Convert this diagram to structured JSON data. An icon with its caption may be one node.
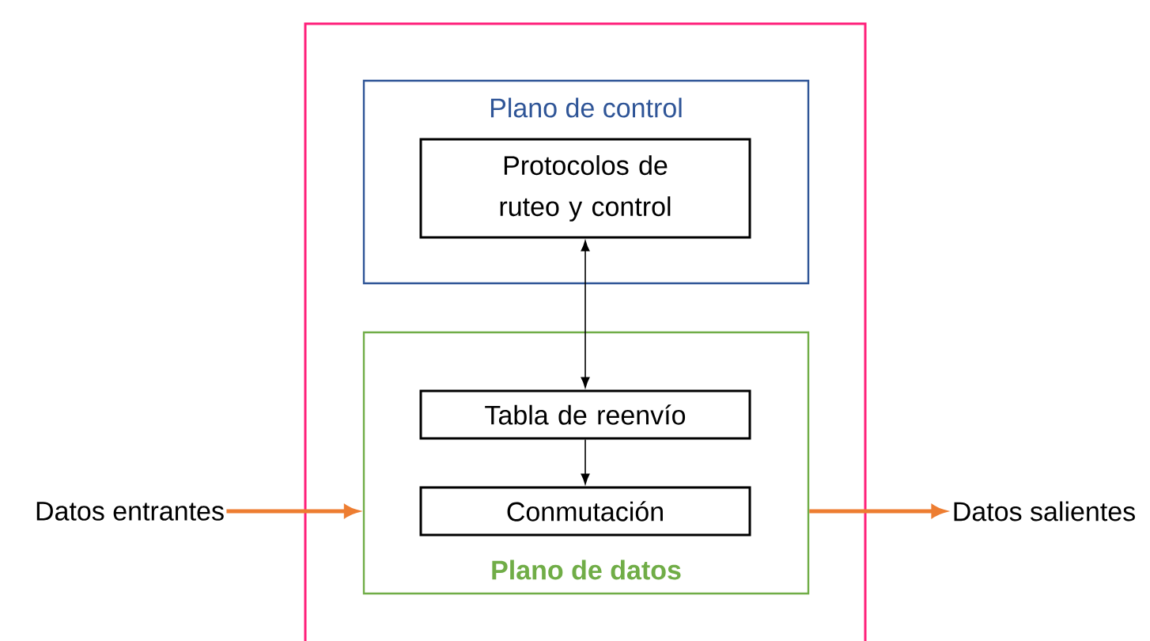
{
  "diagram": {
    "nodes": [
      {
        "text": [],
        "shape": "box"
      },
      {
        "text": [
          "Plano de control"
        ],
        "in": 0
      },
      {
        "text": [
          "Protocolos de ruteo y control"
        ],
        "in": 1
      },
      {
        "text": [
          "Plano de datos"
        ],
        "in": 0
      },
      {
        "text": [
          "Tabla de reenvío"
        ],
        "in": 3
      },
      {
        "text": [
          "Conmutación"
        ],
        "in": 3
      },
      {
        "text": [
          "Datos entrantes"
        ]
      },
      {
        "text": [
          "Datos salientes"
        ]
      }
    ],
    "edges": [
      {
        "from": 2,
        "to": 4,
        "arrow": "both"
      },
      {
        "from": 4,
        "to": 5,
        "arrow": "to"
      },
      {
        "from": 6,
        "to": 3,
        "arrow": "to",
        "style": "thick",
        "color": "#ed7d31"
      },
      {
        "from": 3,
        "to": 7,
        "arrow": "to",
        "style": "thick",
        "color": "#ed7d31"
      }
    ]
  }
}
